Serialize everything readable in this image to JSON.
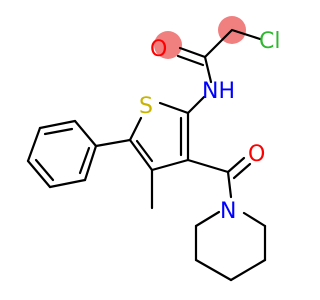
{
  "molecule": {
    "atoms": {
      "cl": {
        "text": "Cl",
        "color": "#2eb82e"
      },
      "o_amide": {
        "text": "O",
        "color": "#ff0000"
      },
      "n_amide": {
        "text": "NH",
        "color": "#0000ff"
      },
      "s_ring": {
        "text": "S",
        "color": "#c8b400"
      },
      "o_ketone": {
        "text": "O",
        "color": "#ff0000"
      },
      "n_piperidine": {
        "text": "N",
        "color": "#0000ff"
      }
    },
    "highlight_color": "#f08080"
  }
}
